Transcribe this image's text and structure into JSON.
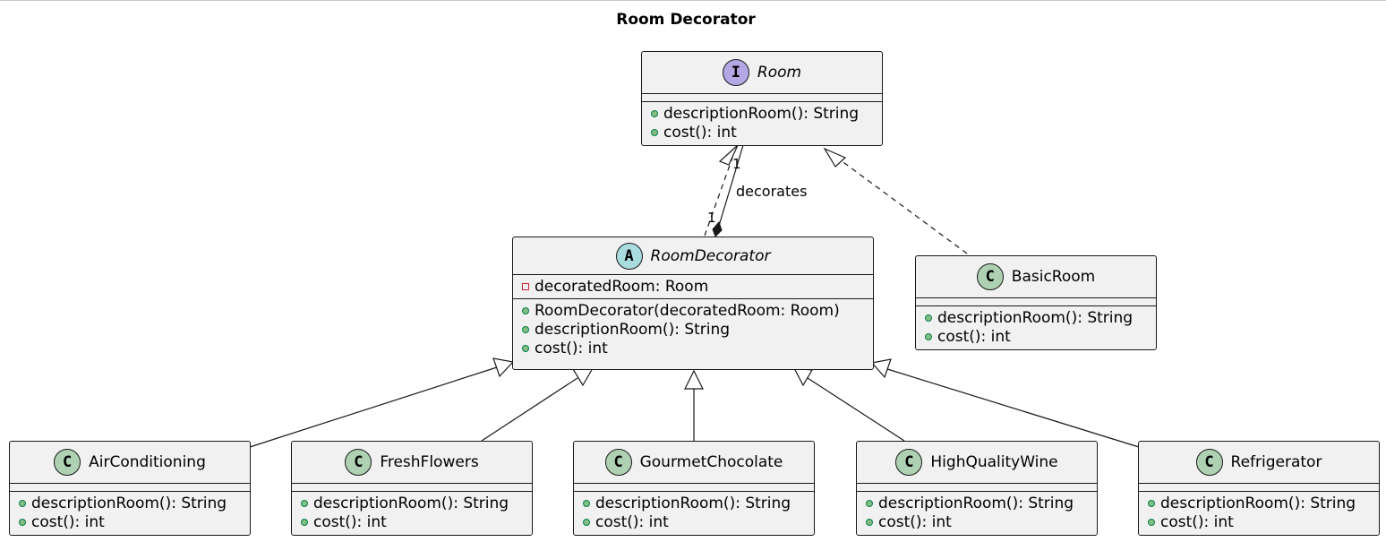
{
  "title": "Room Decorator",
  "classes": {
    "room": {
      "badge": "I",
      "name": "Room",
      "fields": [],
      "methods": [
        "descriptionRoom(): String",
        "cost(): int"
      ]
    },
    "room_decorator": {
      "badge": "A",
      "name": "RoomDecorator",
      "fields": [
        "decoratedRoom: Room"
      ],
      "methods": [
        "RoomDecorator(decoratedRoom: Room)",
        "descriptionRoom(): String",
        "cost(): int"
      ]
    },
    "basic_room": {
      "badge": "C",
      "name": "BasicRoom",
      "methods": [
        "descriptionRoom(): String",
        "cost(): int"
      ]
    },
    "air_conditioning": {
      "badge": "C",
      "name": "AirConditioning",
      "methods": [
        "descriptionRoom(): String",
        "cost(): int"
      ]
    },
    "fresh_flowers": {
      "badge": "C",
      "name": "FreshFlowers",
      "methods": [
        "descriptionRoom(): String",
        "cost(): int"
      ]
    },
    "gourmet_chocolate": {
      "badge": "C",
      "name": "GourmetChocolate",
      "methods": [
        "descriptionRoom(): String",
        "cost(): int"
      ]
    },
    "high_quality_wine": {
      "badge": "C",
      "name": "HighQualityWine",
      "methods": [
        "descriptionRoom(): String",
        "cost(): int"
      ]
    },
    "refrigerator": {
      "badge": "C",
      "name": "Refrigerator",
      "methods": [
        "descriptionRoom(): String",
        "cost(): int"
      ]
    }
  },
  "association": {
    "label": "decorates",
    "mult_room": "1",
    "mult_decorator": "1"
  },
  "colors": {
    "class_fill": "#f1f1f1",
    "border": "#181818",
    "badge_class": "#add1b2",
    "badge_interface": "#b4a7e5",
    "badge_abstract": "#a9dcdf",
    "public_marker": "#84be84",
    "private_marker": "#c82930"
  }
}
